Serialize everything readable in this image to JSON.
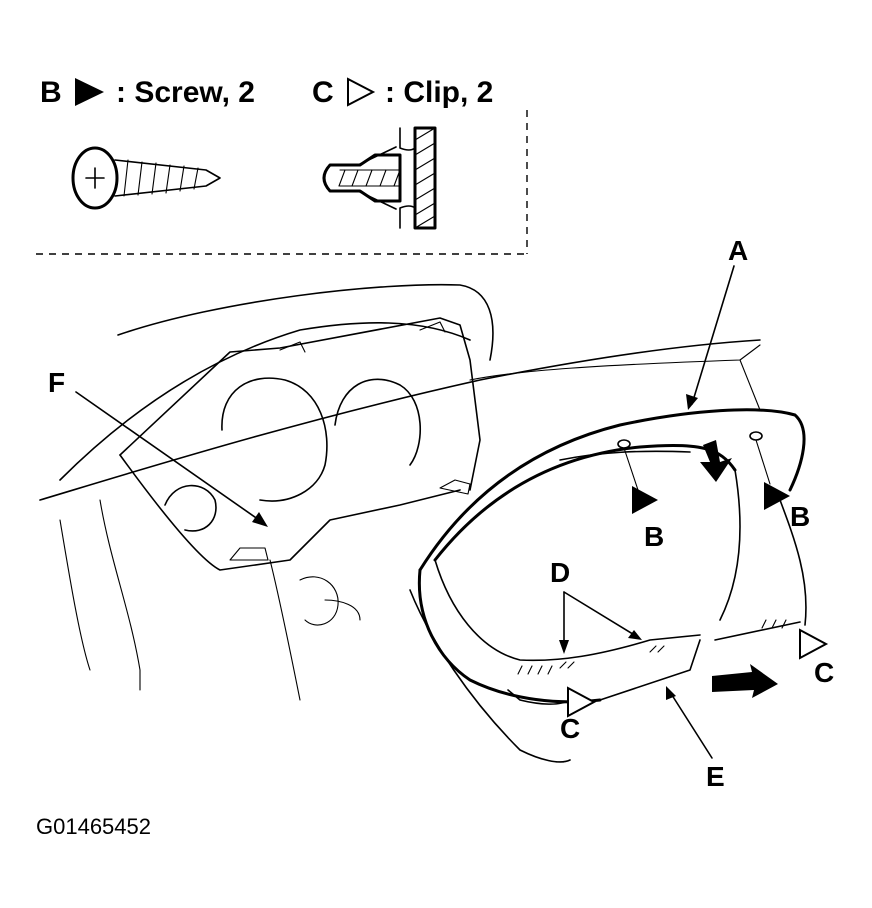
{
  "legend": {
    "screw": {
      "letter": "B",
      "text": ": Screw, 2"
    },
    "clip": {
      "letter": "C",
      "text": ": Clip, 2"
    }
  },
  "callouts": {
    "a": "A",
    "b_left": "B",
    "b_right": "B",
    "c_right": "C",
    "c_bottom": "C",
    "d": "D",
    "e": "E",
    "f": "F"
  },
  "figure_id": "G01465452"
}
